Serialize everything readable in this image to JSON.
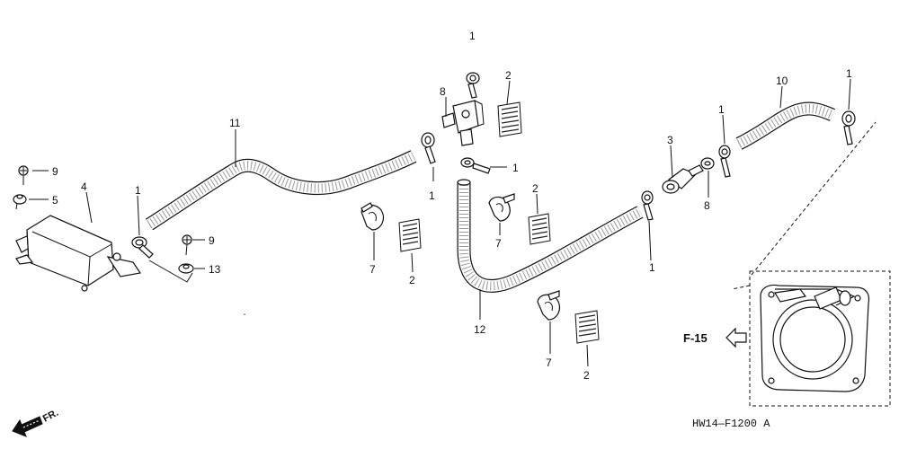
{
  "callouts": {
    "c1_top": "1",
    "c1_left": "1",
    "c1_mid_a": "1",
    "c1_mid_b": "1",
    "c1_right_a": "1",
    "c1_right_b": "1",
    "c1_right_c": "1",
    "c2_a": "2",
    "c2_b": "2",
    "c2_c": "2",
    "c2_d": "2",
    "c3": "3",
    "c4": "4",
    "c5": "5",
    "c7_a": "7",
    "c7_b": "7",
    "c7_c": "7",
    "c8_a": "8",
    "c8_b": "8",
    "c9_a": "9",
    "c9_b": "9",
    "c10": "10",
    "c11": "11",
    "c12": "12",
    "c13": "13"
  },
  "reference": {
    "page_ref": "F-15",
    "direction": "FR.",
    "diagram_code": "HW14—F1200 A"
  },
  "icons": {
    "front_arrow": "front-direction-arrow-icon",
    "ref_arrow": "reference-arrow-icon"
  }
}
